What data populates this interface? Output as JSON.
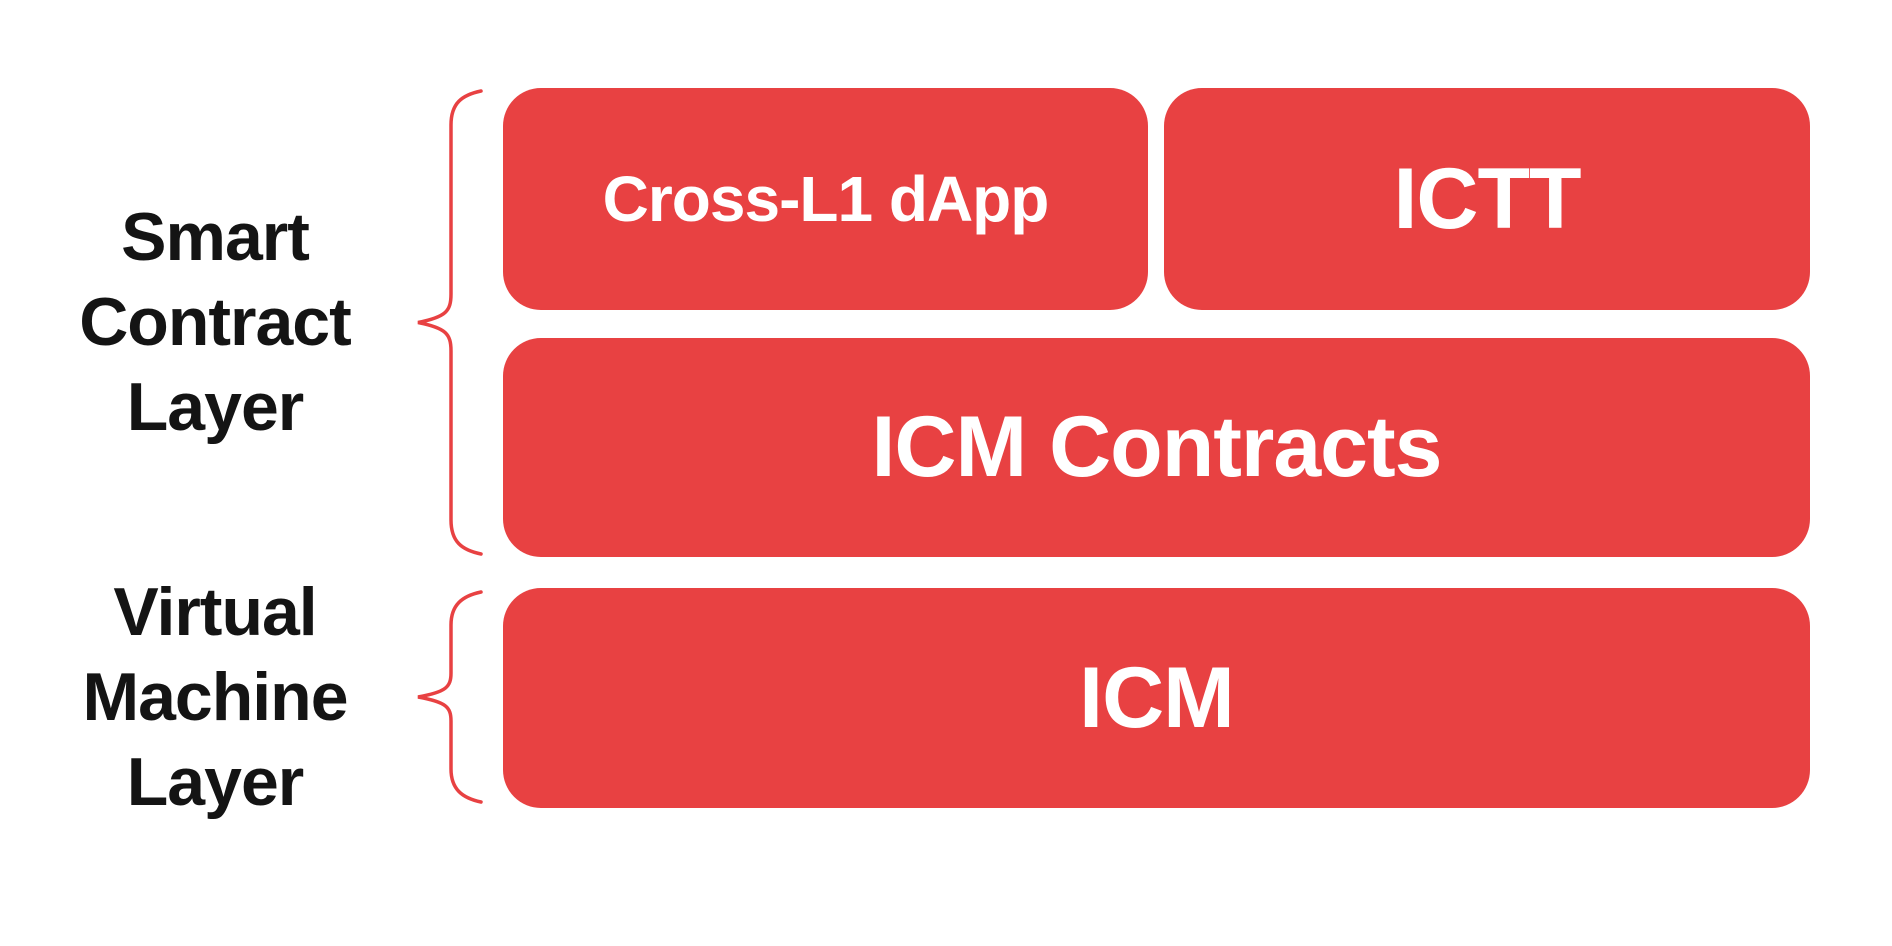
{
  "diagram": {
    "colors": {
      "accent_red": "#e84142",
      "background": "#ffffff",
      "label_text": "#141414",
      "box_text": "#ffffff"
    },
    "layers": [
      {
        "name": "smart-contract-layer",
        "label_lines": [
          "Smart",
          "Contract",
          "Layer"
        ]
      },
      {
        "name": "virtual-machine-layer",
        "label_lines": [
          "Virtual",
          "Machine",
          "Layer"
        ]
      }
    ],
    "boxes": {
      "cross_l1_dapp": "Cross-L1 dApp",
      "ictt": "ICTT",
      "icm_contracts": "ICM Contracts",
      "icm": "ICM"
    }
  }
}
